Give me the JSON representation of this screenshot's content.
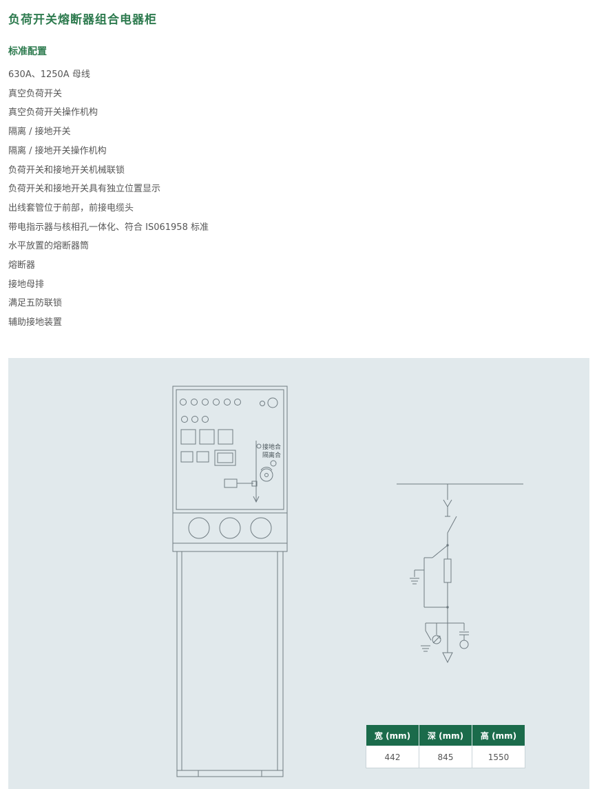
{
  "page": {
    "title": "负荷开关熔断器组合电器柜",
    "subtitle": "标准配置",
    "features": [
      "630A、1250A 母线",
      "真空负荷开关",
      "真空负荷开关操作机构",
      "隔离 / 接地开关",
      "隔离 / 接地开关操作机构",
      "负荷开关和接地开关机械联锁",
      "负荷开关和接地开关具有独立位置显示",
      "出线套管位于前部，前接电缆头",
      "带电指示器与核相孔一体化、符合 IS061958 标准",
      "水平放置的熔断器筒",
      "熔断器",
      "接地母排",
      "满足五防联锁",
      "辅助接地装置"
    ]
  },
  "diagram": {
    "cabinet_label_line1": "接地合",
    "cabinet_label_line2": "隔离合"
  },
  "dimensions_table": {
    "headers": [
      "宽 (mm)",
      "深 (mm)",
      "高 (mm)"
    ],
    "values": [
      "442",
      "845",
      "1550"
    ]
  },
  "colors": {
    "accent_green": "#2e7b4f",
    "table_header_bg": "#1b6b4b",
    "panel_bg": "#e1e9ec",
    "line_color": "#6e7a80"
  }
}
